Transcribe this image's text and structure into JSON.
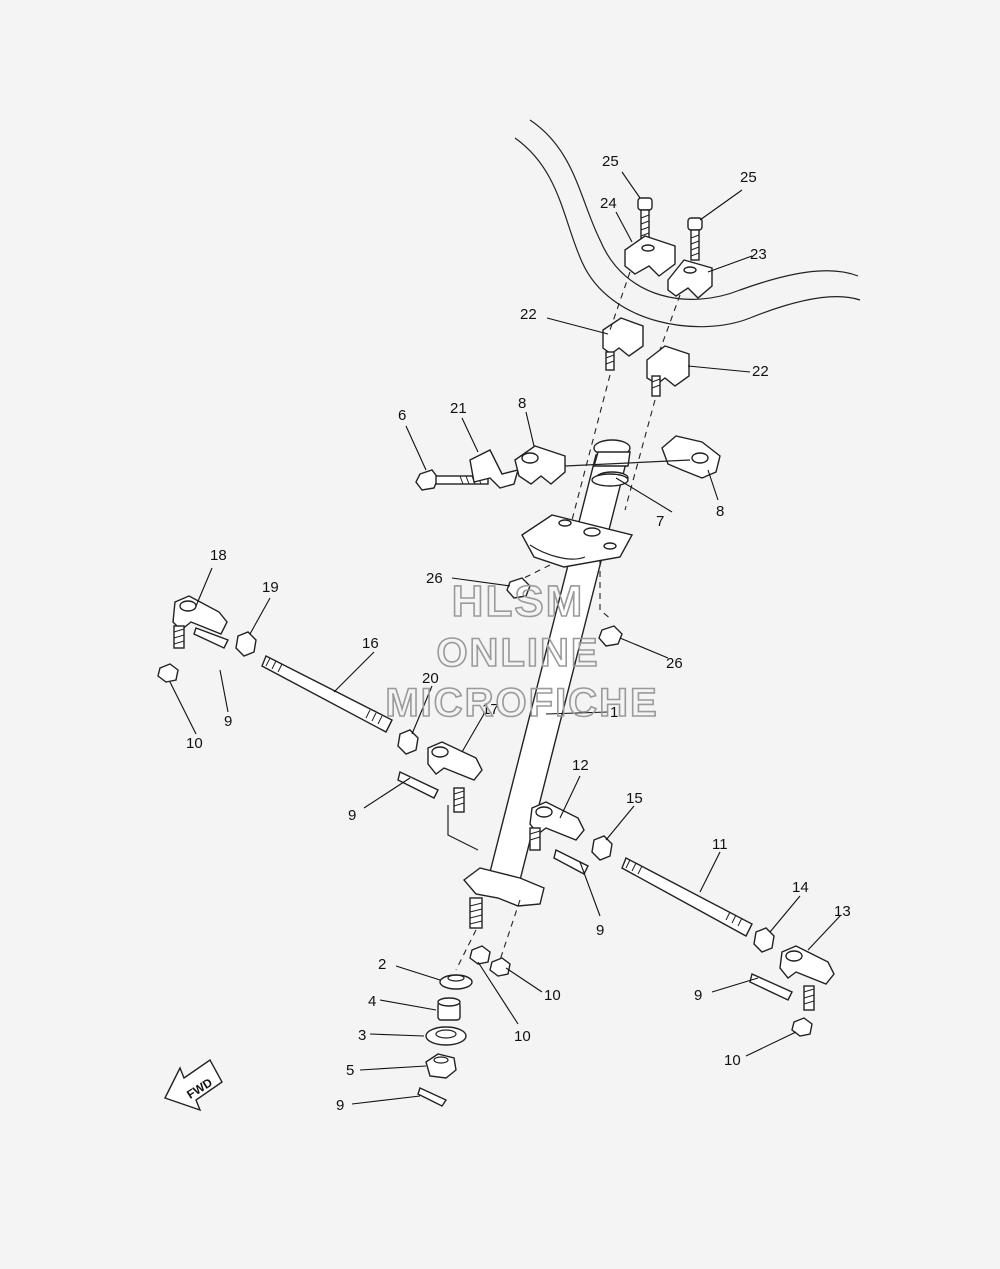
{
  "watermark": {
    "line1": "HLSM",
    "line2": "ONLINE",
    "line3": "MICROFICHE"
  },
  "direction_label": "FWD",
  "icons": {
    "direction_arrow": "fwd-arrow-icon"
  },
  "callouts": [
    {
      "id": "c-25a",
      "label": "25"
    },
    {
      "id": "c-25b",
      "label": "25"
    },
    {
      "id": "c-24",
      "label": "24"
    },
    {
      "id": "c-23",
      "label": "23"
    },
    {
      "id": "c-22a",
      "label": "22"
    },
    {
      "id": "c-22b",
      "label": "22"
    },
    {
      "id": "c-6",
      "label": "6"
    },
    {
      "id": "c-21",
      "label": "21"
    },
    {
      "id": "c-8a",
      "label": "8"
    },
    {
      "id": "c-7",
      "label": "7"
    },
    {
      "id": "c-8b",
      "label": "8"
    },
    {
      "id": "c-18",
      "label": "18"
    },
    {
      "id": "c-19",
      "label": "19"
    },
    {
      "id": "c-26a",
      "label": "26"
    },
    {
      "id": "c-26b",
      "label": "26"
    },
    {
      "id": "c-16",
      "label": "16"
    },
    {
      "id": "c-20",
      "label": "20"
    },
    {
      "id": "c-17",
      "label": "17"
    },
    {
      "id": "c-1",
      "label": "1"
    },
    {
      "id": "c-9a",
      "label": "9"
    },
    {
      "id": "c-10a",
      "label": "10"
    },
    {
      "id": "c-9b",
      "label": "9"
    },
    {
      "id": "c-12",
      "label": "12"
    },
    {
      "id": "c-15",
      "label": "15"
    },
    {
      "id": "c-11",
      "label": "11"
    },
    {
      "id": "c-9c",
      "label": "9"
    },
    {
      "id": "c-14",
      "label": "14"
    },
    {
      "id": "c-13",
      "label": "13"
    },
    {
      "id": "c-2",
      "label": "2"
    },
    {
      "id": "c-10b",
      "label": "10"
    },
    {
      "id": "c-10c",
      "label": "10"
    },
    {
      "id": "c-9d",
      "label": "9"
    },
    {
      "id": "c-4",
      "label": "4"
    },
    {
      "id": "c-3",
      "label": "3"
    },
    {
      "id": "c-10d",
      "label": "10"
    },
    {
      "id": "c-5",
      "label": "5"
    },
    {
      "id": "c-9e",
      "label": "9"
    }
  ]
}
